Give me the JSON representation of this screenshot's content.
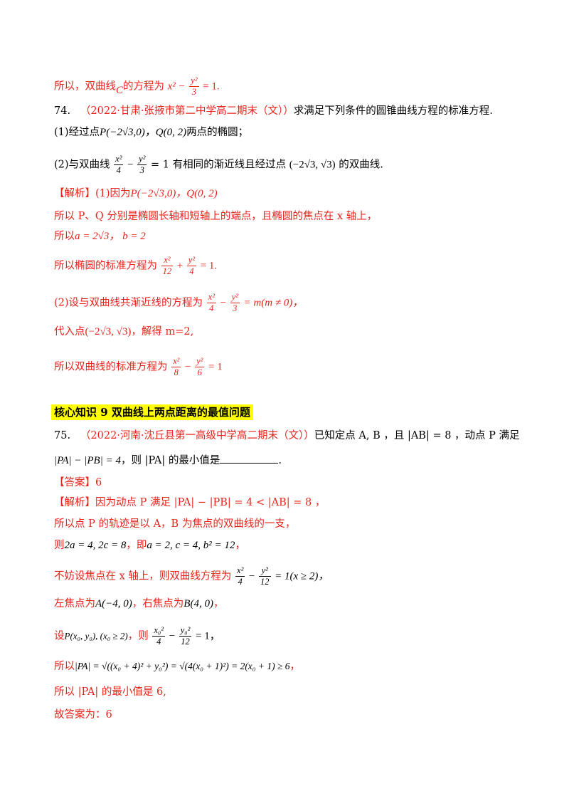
{
  "lines": {
    "l1_pre": "所以，双曲线",
    "l1_c": "C",
    "l1_mid": "的方程为",
    "l1_math_a": "x² −",
    "l1_num": "y²",
    "l1_den": "3",
    "l1_tail": "= 1.",
    "q74_no": "74.",
    "q74_src": "（2022·甘肃·张掖市第二中学高二期末（文））",
    "q74_text": "求满足下列条件的圆锥曲线方程的标准方程.",
    "q74_1_pre": "(1)经过点",
    "q74_1_pts": "P(−2√3,0)，Q(0, 2)",
    "q74_1_tail": "两点的椭圆；",
    "q74_2_pre": "(2)与双曲线",
    "q74_2_n1": "x²",
    "q74_2_d1": "4",
    "q74_2_n2": "y²",
    "q74_2_d2": "3",
    "q74_2_mid": "= 1 有相同的渐近线且经过点",
    "q74_2_pt": "(−2√3, √3)",
    "q74_2_tail": "的双曲线.",
    "a74_tag": "【解析】",
    "a74_1": "(1)因为",
    "a74_1_math": "P(−2√3,0)，Q(0, 2)",
    "a74_2": "所以 P、Q 分别是椭圆长轴和短轴上的端点，且椭圆的焦点在 x 轴上，",
    "a74_3_pre": "所以",
    "a74_3_math": "a = 2√3， b = 2",
    "a74_4_pre": "所以椭圆的标准方程为",
    "a74_4_n1": "x²",
    "a74_4_d1": "12",
    "a74_4_n2": "y²",
    "a74_4_d2": "4",
    "a74_4_tail": "= 1.",
    "a74_5_pre": "(2)设与双曲线共渐近线的方程为",
    "a74_5_n1": "x²",
    "a74_5_d1": "4",
    "a74_5_n2": "y²",
    "a74_5_d2": "3",
    "a74_5_tail": "= m(m ≠ 0)，",
    "a74_6_pre": "代入点",
    "a74_6_pt": "(−2√3, √3)",
    "a74_6_tail": "，解得 m=2,",
    "a74_7_pre": "所以双曲线的标准方程为",
    "a74_7_n1": "x²",
    "a74_7_d1": "8",
    "a74_7_n2": "y²",
    "a74_7_d2": "6",
    "a74_7_tail": "= 1",
    "heading": "核心知识 9  双曲线上两点距离的最值问题",
    "q75_no": "75.",
    "q75_src": "（2022·河南·沈丘县第一高级中学高二期末（文））",
    "q75_text1": "已知定点 A, B ，且 |AB| = 8 ，动点 P 满足",
    "q75_text2_math": "|PA| − |PB| = 4",
    "q75_text2": "，则 |PA| 的最小值是",
    "q75_text2_end": ".",
    "ans_tag": "【答案】",
    "ans_val": "6",
    "a75_tag": "【解析】",
    "a75_1": "因为动点 P 满足 |PA| − |PB| = 4 < |AB| = 8 ，",
    "a75_2": "所以点 P 的轨迹是以 A，B 为焦点的双曲线的一支，",
    "a75_3_pre": "则",
    "a75_3_math": "2a = 4, 2c = 8",
    "a75_3_mid": "，即",
    "a75_3_math2": "a = 2, c = 4, b² = 12",
    "a75_3_tail": "，",
    "a75_4_pre": "不妨设焦点在 x 轴上，则双曲线方程为",
    "a75_4_n1": "x²",
    "a75_4_d1": "4",
    "a75_4_n2": "y²",
    "a75_4_d2": "12",
    "a75_4_tail": "= 1(x ≥ 2)，",
    "a75_5_pre": "左焦点为",
    "a75_5_m1": "A(−4, 0)",
    "a75_5_mid": "，右焦点为",
    "a75_5_m2": "B(4, 0)",
    "a75_5_tail": "，",
    "a75_6_pre": "设",
    "a75_6_m1": "P(x₀, y₀), (x₀ ≥ 2)",
    "a75_6_mid": "，则",
    "a75_6_n1": "x₀²",
    "a75_6_d1": "4",
    "a75_6_n2": "y₀²",
    "a75_6_d2": "12",
    "a75_6_tail": "= 1，",
    "a75_7_pre": "所以",
    "a75_7_math": "|PA| = √((x₀ + 4)² + y₀²) = √(4(x₀ + 1)²) = 2(x₀ + 1) ≥ 6",
    "a75_7_tail": "，",
    "a75_8": "所以 |PA| 的最小值是 6,",
    "a75_9": "故答案为：6"
  },
  "colors": {
    "answer_red": "#e8231b",
    "heading_bg": "#ffff00"
  }
}
